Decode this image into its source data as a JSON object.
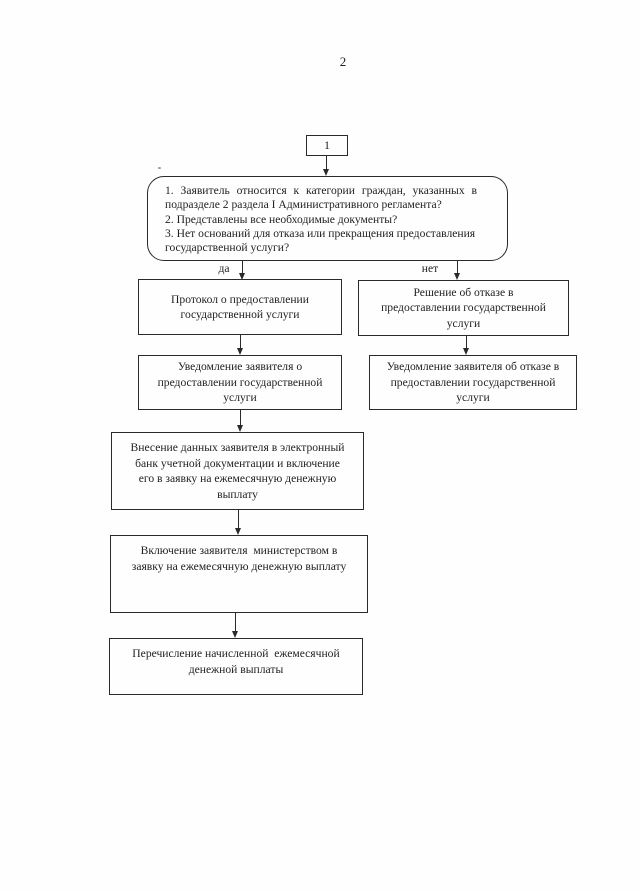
{
  "page": {
    "number": "2"
  },
  "colors": {
    "ink": "#1f1f1f",
    "paper": "#fefefe"
  },
  "flowchart": {
    "start": {
      "label": "1"
    },
    "decision": {
      "lines": [
        "1. Заявитель относится к категории граждан, указанных в",
        "подразделе 2 раздела I Административного регламента?",
        "2. Представлены все необходимые документы?",
        "3. Нет оснований для отказа или прекращения предоставления",
        "государственной услуги?"
      ]
    },
    "branch_labels": {
      "yes": "да",
      "no": "нет"
    },
    "boxes": {
      "protocol": {
        "lines": [
          "Протокол о предоставлении",
          "государственной услуги"
        ]
      },
      "refusal": {
        "lines": [
          "Решение об отказе в",
          "предоставлении государственной",
          "услуги"
        ]
      },
      "notify_grant": {
        "lines": [
          "Уведомление заявителя о",
          "предоставлении государственной",
          "услуги"
        ]
      },
      "notify_refusal": {
        "lines": [
          "Уведомление заявителя об отказе в",
          "предоставлении государственной",
          "услуги"
        ]
      },
      "data_entry": {
        "lines": [
          "Внесение данных заявителя в электронный",
          "банк учетной документации и включение",
          "его в заявку на ежемесячную денежную",
          "выплату"
        ]
      },
      "ministry_inclusion": {
        "lines": [
          "Включение заявителя  министерством в",
          "заявку на ежемесячную денежную выплату"
        ]
      },
      "payment_transfer": {
        "lines": [
          "Перечисление начисленной  ежемесячной",
          "денежной выплаты"
        ]
      }
    }
  }
}
